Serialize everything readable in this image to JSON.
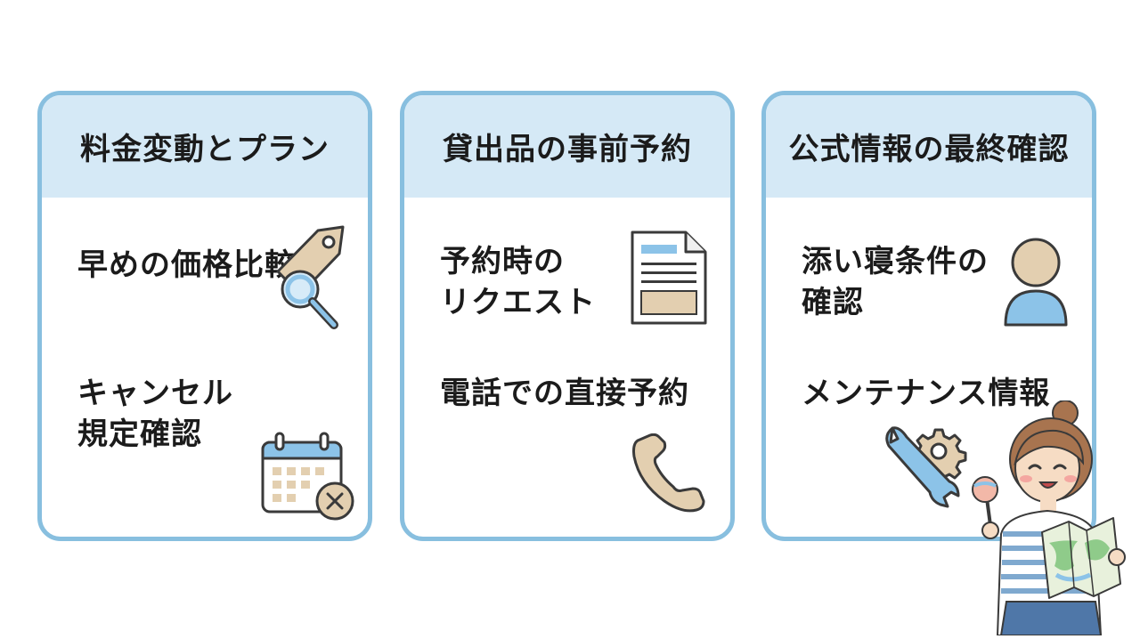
{
  "cards": [
    {
      "title": "料金変動とプラン",
      "items": [
        {
          "text": "早めの価格比較",
          "icon": "price-tag-magnifier-icon"
        },
        {
          "text": "キャンセル\n規定確認",
          "icon": "calendar-cancel-icon"
        }
      ]
    },
    {
      "title": "貸出品の事前予約",
      "items": [
        {
          "text": "予約時の\nリクエスト",
          "icon": "document-form-icon"
        },
        {
          "text": "電話での直接予約",
          "icon": "phone-icon"
        }
      ]
    },
    {
      "title": "公式情報の最終確認",
      "items": [
        {
          "text": "添い寝条件の\n確認",
          "icon": "person-icon"
        },
        {
          "text": "メンテナンス情報",
          "icon": "wrench-gear-icon"
        }
      ]
    }
  ],
  "colors": {
    "border": "#88bfdf",
    "header_bg": "#d5e9f6",
    "icon_beige": "#e3cfb0",
    "icon_blue": "#8cc3e8",
    "icon_stroke": "#3a3a3a"
  },
  "illustration": "girl-holding-map-and-rattle"
}
